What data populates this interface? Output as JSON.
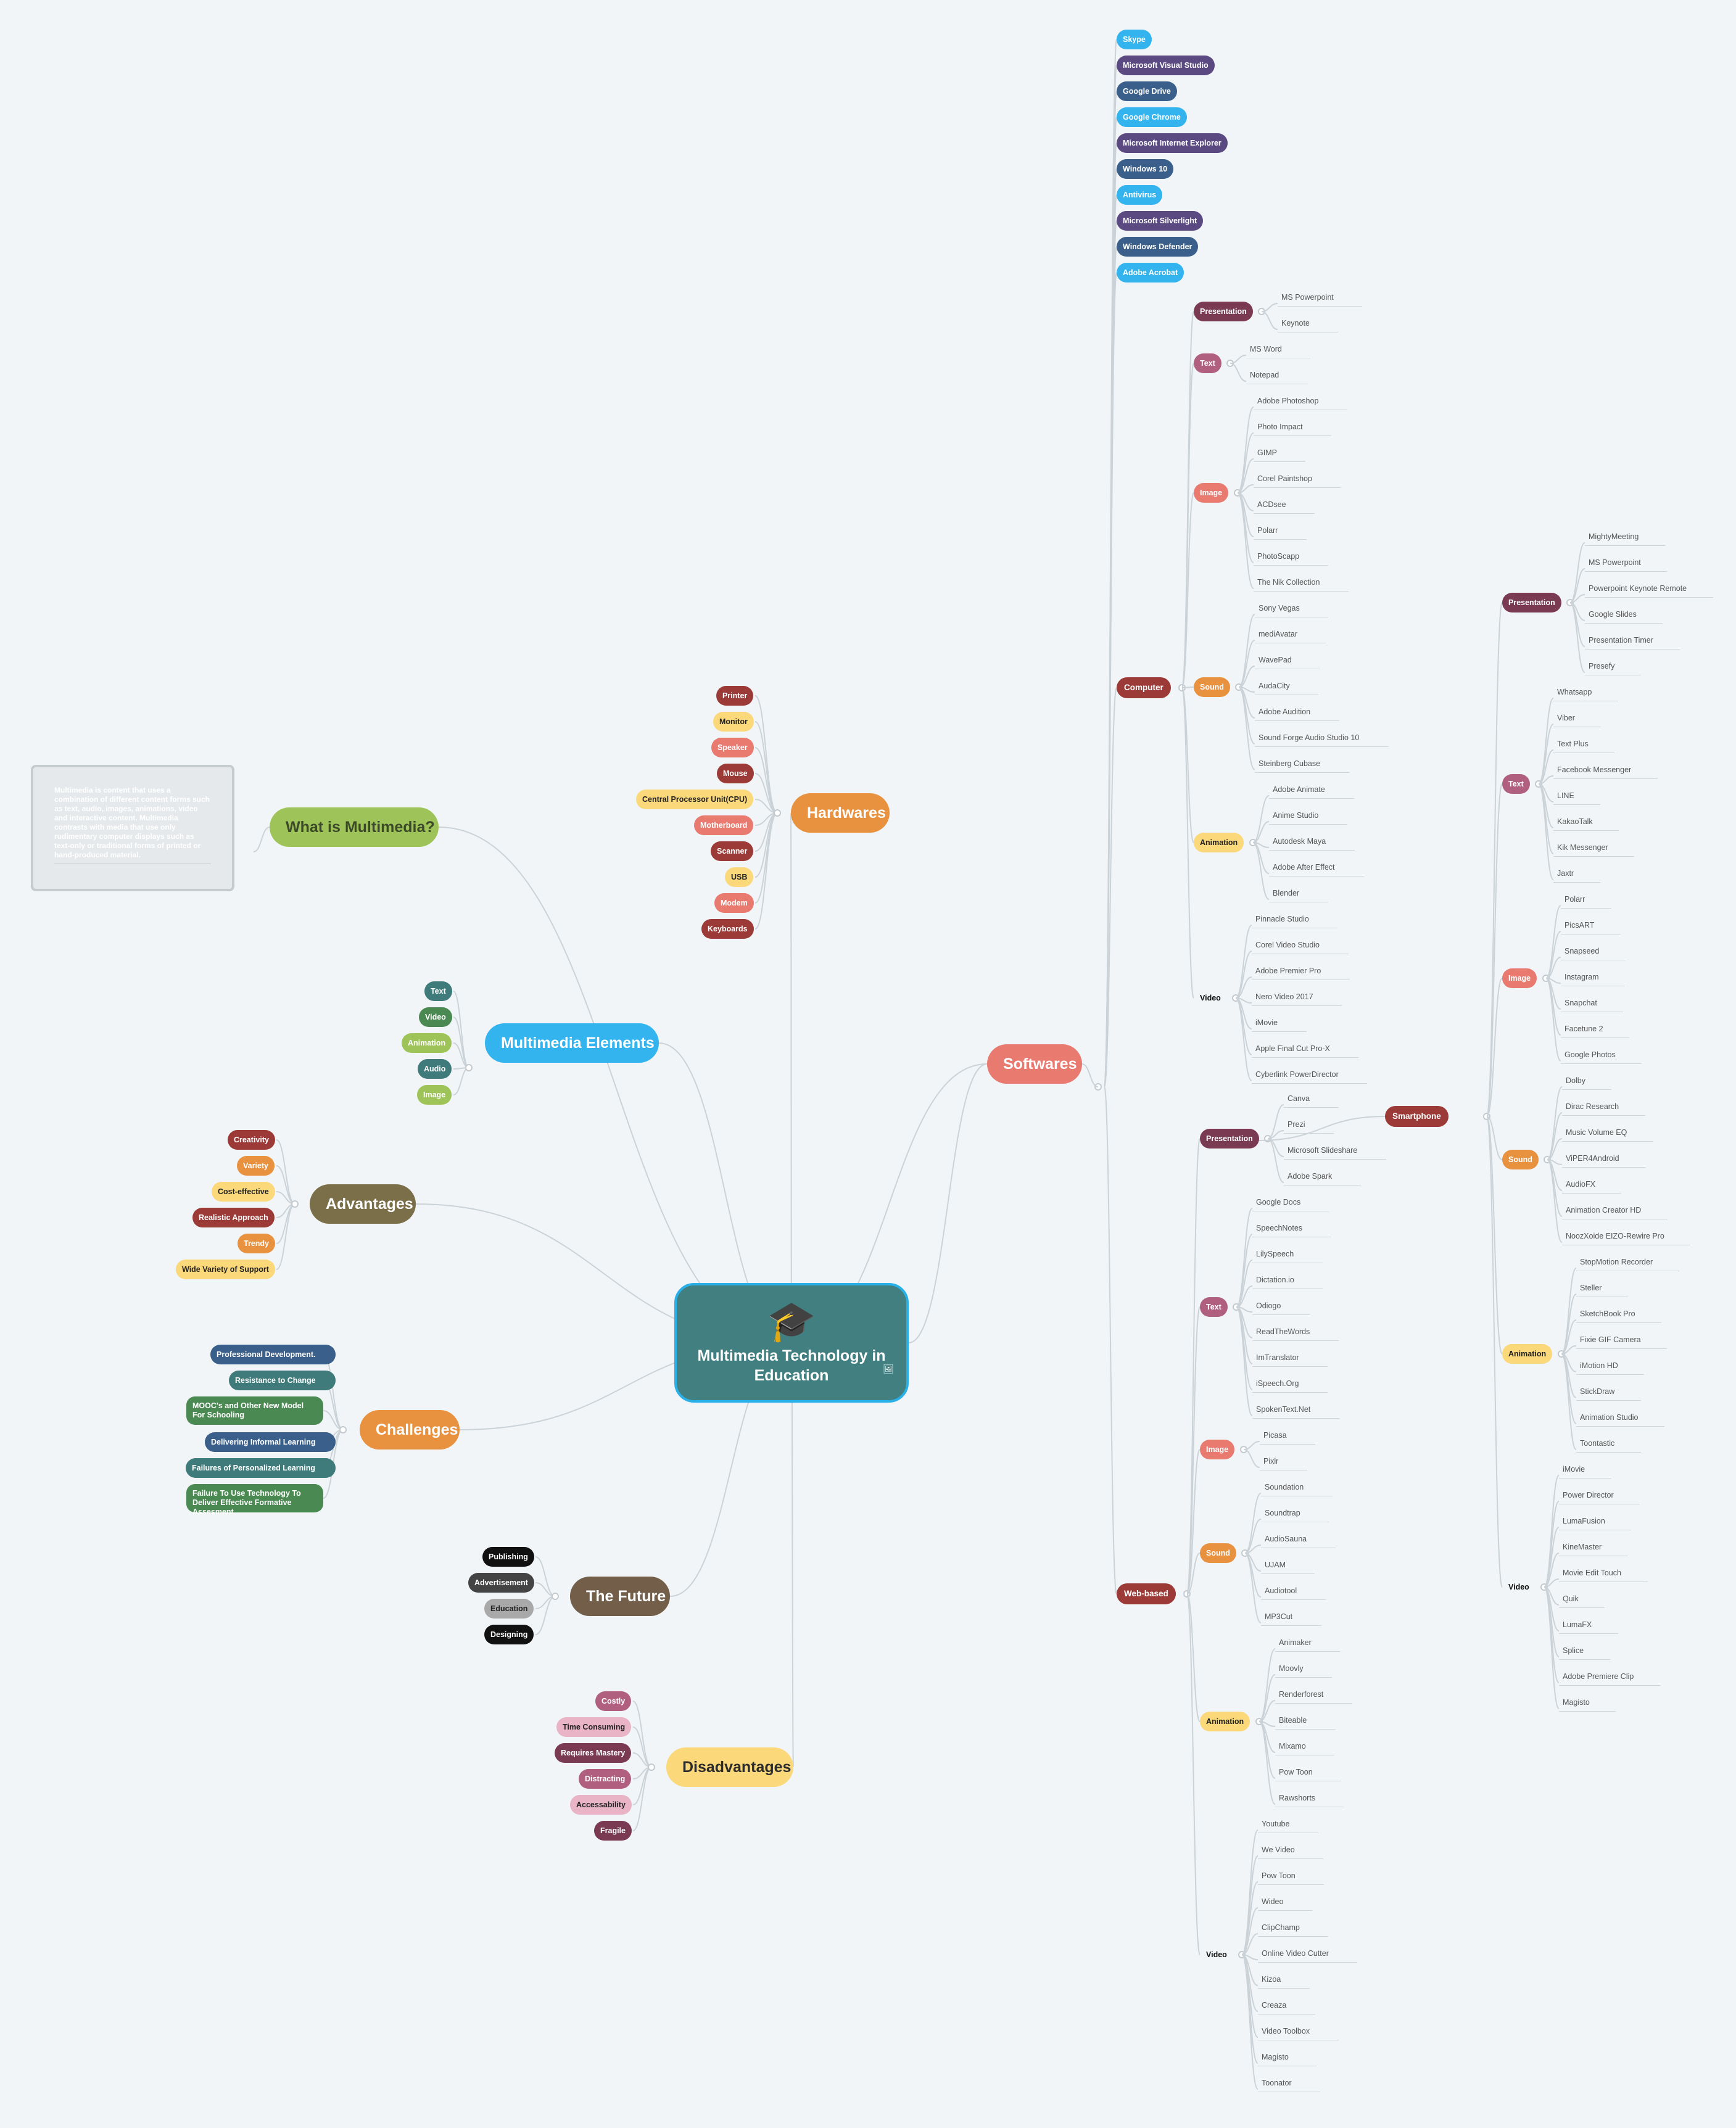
{
  "center": {
    "title": "Multimedia Technology in Education",
    "icon": "graduation-cap-icon",
    "badge_icon": "image-icon",
    "color": "#417f80",
    "border_color": "#2ab0e8"
  },
  "what_is": {
    "label": "What is Multimedia?",
    "color": "#9ec459",
    "note": "Multimedia is content that uses a combination of different content forms such as text, audio, images, animations, video and interactive content. Multimedia contrasts with media that use only rudimentary computer displays such as text-only or traditional forms of printed or hand-produced material."
  },
  "hardwares": {
    "label": "Hardwares",
    "color": "#e8913f",
    "items": [
      {
        "label": "Printer",
        "color": "#9b3a36"
      },
      {
        "label": "Monitor",
        "color": "#fbd87a"
      },
      {
        "label": "Speaker",
        "color": "#e87a70"
      },
      {
        "label": "Mouse",
        "color": "#9b3a36"
      },
      {
        "label": "Central Processor Unit(CPU)",
        "color": "#fbd87a"
      },
      {
        "label": "Motherboard",
        "color": "#e87a70"
      },
      {
        "label": "Scanner",
        "color": "#9b3a36"
      },
      {
        "label": "USB",
        "color": "#fbd87a"
      },
      {
        "label": "Modem",
        "color": "#e87a70"
      },
      {
        "label": "Keyboards",
        "color": "#9b3a36"
      }
    ]
  },
  "multimedia_elements": {
    "label": "Multimedia Elements",
    "color": "#33b4ee",
    "items": [
      {
        "label": "Text",
        "color": "#3f7b7b"
      },
      {
        "label": "Video",
        "color": "#4a8a52"
      },
      {
        "label": "Animation",
        "color": "#9ec459"
      },
      {
        "label": "Audio",
        "color": "#3f7b7b"
      },
      {
        "label": "Image",
        "color": "#9ec459"
      }
    ]
  },
  "advantages": {
    "label": "Advantages",
    "color": "#7b6f4a",
    "items": [
      {
        "label": "Creativity",
        "color": "#9b3a36"
      },
      {
        "label": "Variety",
        "color": "#e8913f"
      },
      {
        "label": "Cost-effective",
        "color": "#fbd87a"
      },
      {
        "label": "Realistic Approach",
        "color": "#9b3a36"
      },
      {
        "label": "Trendy",
        "color": "#e8913f"
      },
      {
        "label": "Wide Variety of Support",
        "color": "#fbd87a"
      }
    ]
  },
  "challenges": {
    "label": "Challenges",
    "color": "#e8913f",
    "items": [
      {
        "label": "Professional Development.",
        "color": "#3a5f8a"
      },
      {
        "label": "Resistance to Change",
        "color": "#3f7b7b"
      },
      {
        "label": "MOOC's and Other New Model For Schooling",
        "color": "#4a8a52"
      },
      {
        "label": "Delivering Informal Learning",
        "color": "#3a5f8a"
      },
      {
        "label": "Failures of Personalized Learning",
        "color": "#3f7b7b"
      },
      {
        "label": "Failure To Use Technology To Deliver Effective Formative Assesment",
        "color": "#4a8a52"
      }
    ]
  },
  "future": {
    "label": "The Future",
    "color": "#735e4a",
    "items": [
      {
        "label": "Publishing",
        "color": "#111111"
      },
      {
        "label": "Advertisement",
        "color": "#444444"
      },
      {
        "label": "Education",
        "color": "#a9a9a9"
      },
      {
        "label": "Designing",
        "color": "#111111"
      }
    ]
  },
  "disadvantages": {
    "label": "Disadvantages",
    "color": "#fbd87a",
    "items": [
      {
        "label": "Costly",
        "color": "#b0607e"
      },
      {
        "label": "Time Consuming",
        "color": "#e8b4c6"
      },
      {
        "label": "Requires Mastery",
        "color": "#7a3a52"
      },
      {
        "label": "Distracting",
        "color": "#b0607e"
      },
      {
        "label": "Accessability",
        "color": "#e8b4c6"
      },
      {
        "label": "Fragile",
        "color": "#7a3a52"
      }
    ]
  },
  "softwares": {
    "label": "Softwares",
    "color": "#e87a70",
    "top_items": [
      {
        "label": "Skype",
        "color": "#33b4ee"
      },
      {
        "label": "Microsoft Visual Studio",
        "color": "#5b4a82"
      },
      {
        "label": "Google Drive",
        "color": "#3a5f8a"
      },
      {
        "label": "Google Chrome",
        "color": "#33b4ee"
      },
      {
        "label": "Microsoft Internet Explorer",
        "color": "#5b4a82"
      },
      {
        "label": "Windows 10",
        "color": "#3a5f8a"
      },
      {
        "label": "Antivirus",
        "color": "#33b4ee"
      },
      {
        "label": "Microsoft Silverlight",
        "color": "#5b4a82"
      },
      {
        "label": "Windows Defender",
        "color": "#3a5f8a"
      },
      {
        "label": "Adobe Acrobat",
        "color": "#33b4ee"
      }
    ],
    "computer": {
      "label": "Computer",
      "color": "#9b3a36",
      "groups": [
        {
          "label": "Presentation",
          "color": "#7a3a52",
          "items": [
            "MS Powerpoint",
            "Keynote"
          ]
        },
        {
          "label": "Text",
          "color": "#b0607e",
          "items": [
            "MS Word",
            "Notepad"
          ]
        },
        {
          "label": "Image",
          "color": "#e87a70",
          "items": [
            "Adobe Photoshop",
            "Photo Impact",
            "GIMP",
            "Corel Paintshop",
            "ACDsee",
            "Polarr",
            "PhotoScapp",
            "The Nik Collection"
          ]
        },
        {
          "label": "Sound",
          "color": "#e8913f",
          "items": [
            "Sony Vegas",
            "mediAvatar",
            "WavePad",
            "AudaCity",
            "Adobe Audition",
            "Sound Forge Audio Studio 10",
            "Steinberg Cubase"
          ]
        },
        {
          "label": "Animation",
          "color": "#fbd87a",
          "items": [
            "Adobe Animate",
            "Anime Studio",
            "Autodesk Maya",
            "Adobe After Effect",
            "Blender"
          ]
        },
        {
          "label": "Video",
          "color": "",
          "items": [
            "Pinnacle Studio",
            "Corel Video Studio",
            "Adobe Premier Pro",
            "Nero Video 2017",
            "iMovie",
            "Apple Final Cut Pro-X",
            "Cyberlink PowerDirector"
          ]
        }
      ]
    },
    "web": {
      "label": "Web-based",
      "color": "#9b3a36",
      "groups": [
        {
          "label": "Presentation",
          "color": "#7a3a52",
          "items": [
            "Canva",
            "Prezi",
            "Microsoft Slideshare",
            "Adobe Spark"
          ]
        },
        {
          "label": "Text",
          "color": "#b0607e",
          "items": [
            "Google Docs",
            "SpeechNotes",
            "LilySpeech",
            "Dictation.io",
            "Odiogo",
            "ReadTheWords",
            "ImTranslator",
            "iSpeech.Org",
            "SpokenText.Net"
          ]
        },
        {
          "label": "Image",
          "color": "#e87a70",
          "items": [
            "Picasa",
            "Pixlr"
          ]
        },
        {
          "label": "Sound",
          "color": "#e8913f",
          "items": [
            "Soundation",
            "Soundtrap",
            "AudioSauna",
            "UJAM",
            "Audiotool",
            "MP3Cut"
          ]
        },
        {
          "label": "Animation",
          "color": "#fbd87a",
          "items": [
            "Animaker",
            "Moovly",
            "Renderforest",
            "Biteable",
            "Mixamo",
            "Pow Toon",
            "Rawshorts"
          ]
        },
        {
          "label": "Video",
          "color": "",
          "items": [
            "Youtube",
            "We Video",
            "Pow Toon",
            "Wideo",
            "ClipChamp",
            "Online Video Cutter",
            "Kizoa",
            "Creaza",
            "Video Toolbox",
            "Magisto",
            "Toonator"
          ]
        }
      ]
    },
    "smartphone": {
      "label": "Smartphone",
      "color": "#9b3a36",
      "groups": [
        {
          "label": "Presentation",
          "color": "#7a3a52",
          "items": [
            "MightyMeeting",
            "MS Powerpoint",
            "Powerpoint Keynote Remote",
            "Google Slides",
            "Presentation Timer",
            "Presefy"
          ]
        },
        {
          "label": "Text",
          "color": "#b0607e",
          "items": [
            "Whatsapp",
            "Viber",
            "Text Plus",
            "Facebook Messenger",
            "LINE",
            "KakaoTalk",
            "Kik Messenger",
            "Jaxtr"
          ]
        },
        {
          "label": "Image",
          "color": "#e87a70",
          "items": [
            "Polarr",
            "PicsART",
            "Snapseed",
            "Instagram",
            "Snapchat",
            "Facetune 2",
            "Google Photos"
          ]
        },
        {
          "label": "Sound",
          "color": "#e8913f",
          "items": [
            "Dolby",
            "Dirac Research",
            "Music Volume EQ",
            "ViPER4Android",
            "AudioFX",
            "Animation Creator HD",
            "NoozXoide EIZO-Rewire Pro"
          ]
        },
        {
          "label": "Animation",
          "color": "#fbd87a",
          "items": [
            "StopMotion Recorder",
            "Steller",
            "SketchBook Pro",
            "Fixie GIF Camera",
            "iMotion HD",
            "StickDraw",
            "Animation Studio",
            "Toontastic"
          ]
        },
        {
          "label": "Video",
          "color": "",
          "items": [
            "iMovie",
            "Power Director",
            "LumaFusion",
            "KineMaster",
            "Movie Edit Touch",
            "Quik",
            "LumaFX",
            "Splice",
            "Adobe Premiere Clip",
            "Magisto"
          ]
        }
      ]
    }
  }
}
